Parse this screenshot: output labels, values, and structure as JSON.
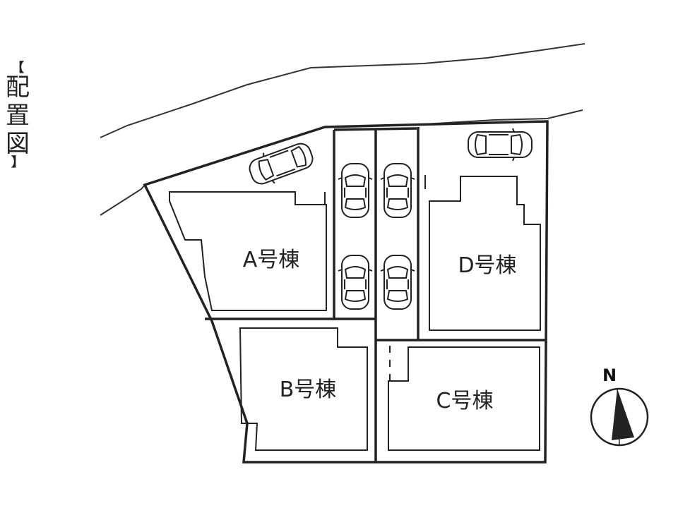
{
  "title": {
    "open_bracket": "【",
    "chars": [
      "配",
      "置",
      "図"
    ],
    "close_bracket": "】"
  },
  "lots": {
    "a": "A号棟",
    "b": "B号棟",
    "c": "C号棟",
    "d": "D号棟"
  },
  "compass": {
    "north": "N"
  },
  "parking": {
    "car_count": 6
  }
}
